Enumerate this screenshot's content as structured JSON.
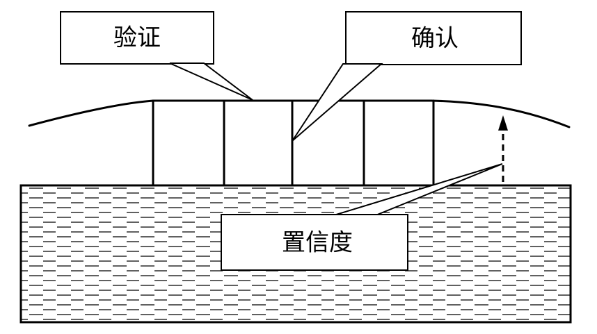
{
  "labels": {
    "verification": "验证",
    "confirmation": "确认",
    "confidence": "置信度"
  }
}
